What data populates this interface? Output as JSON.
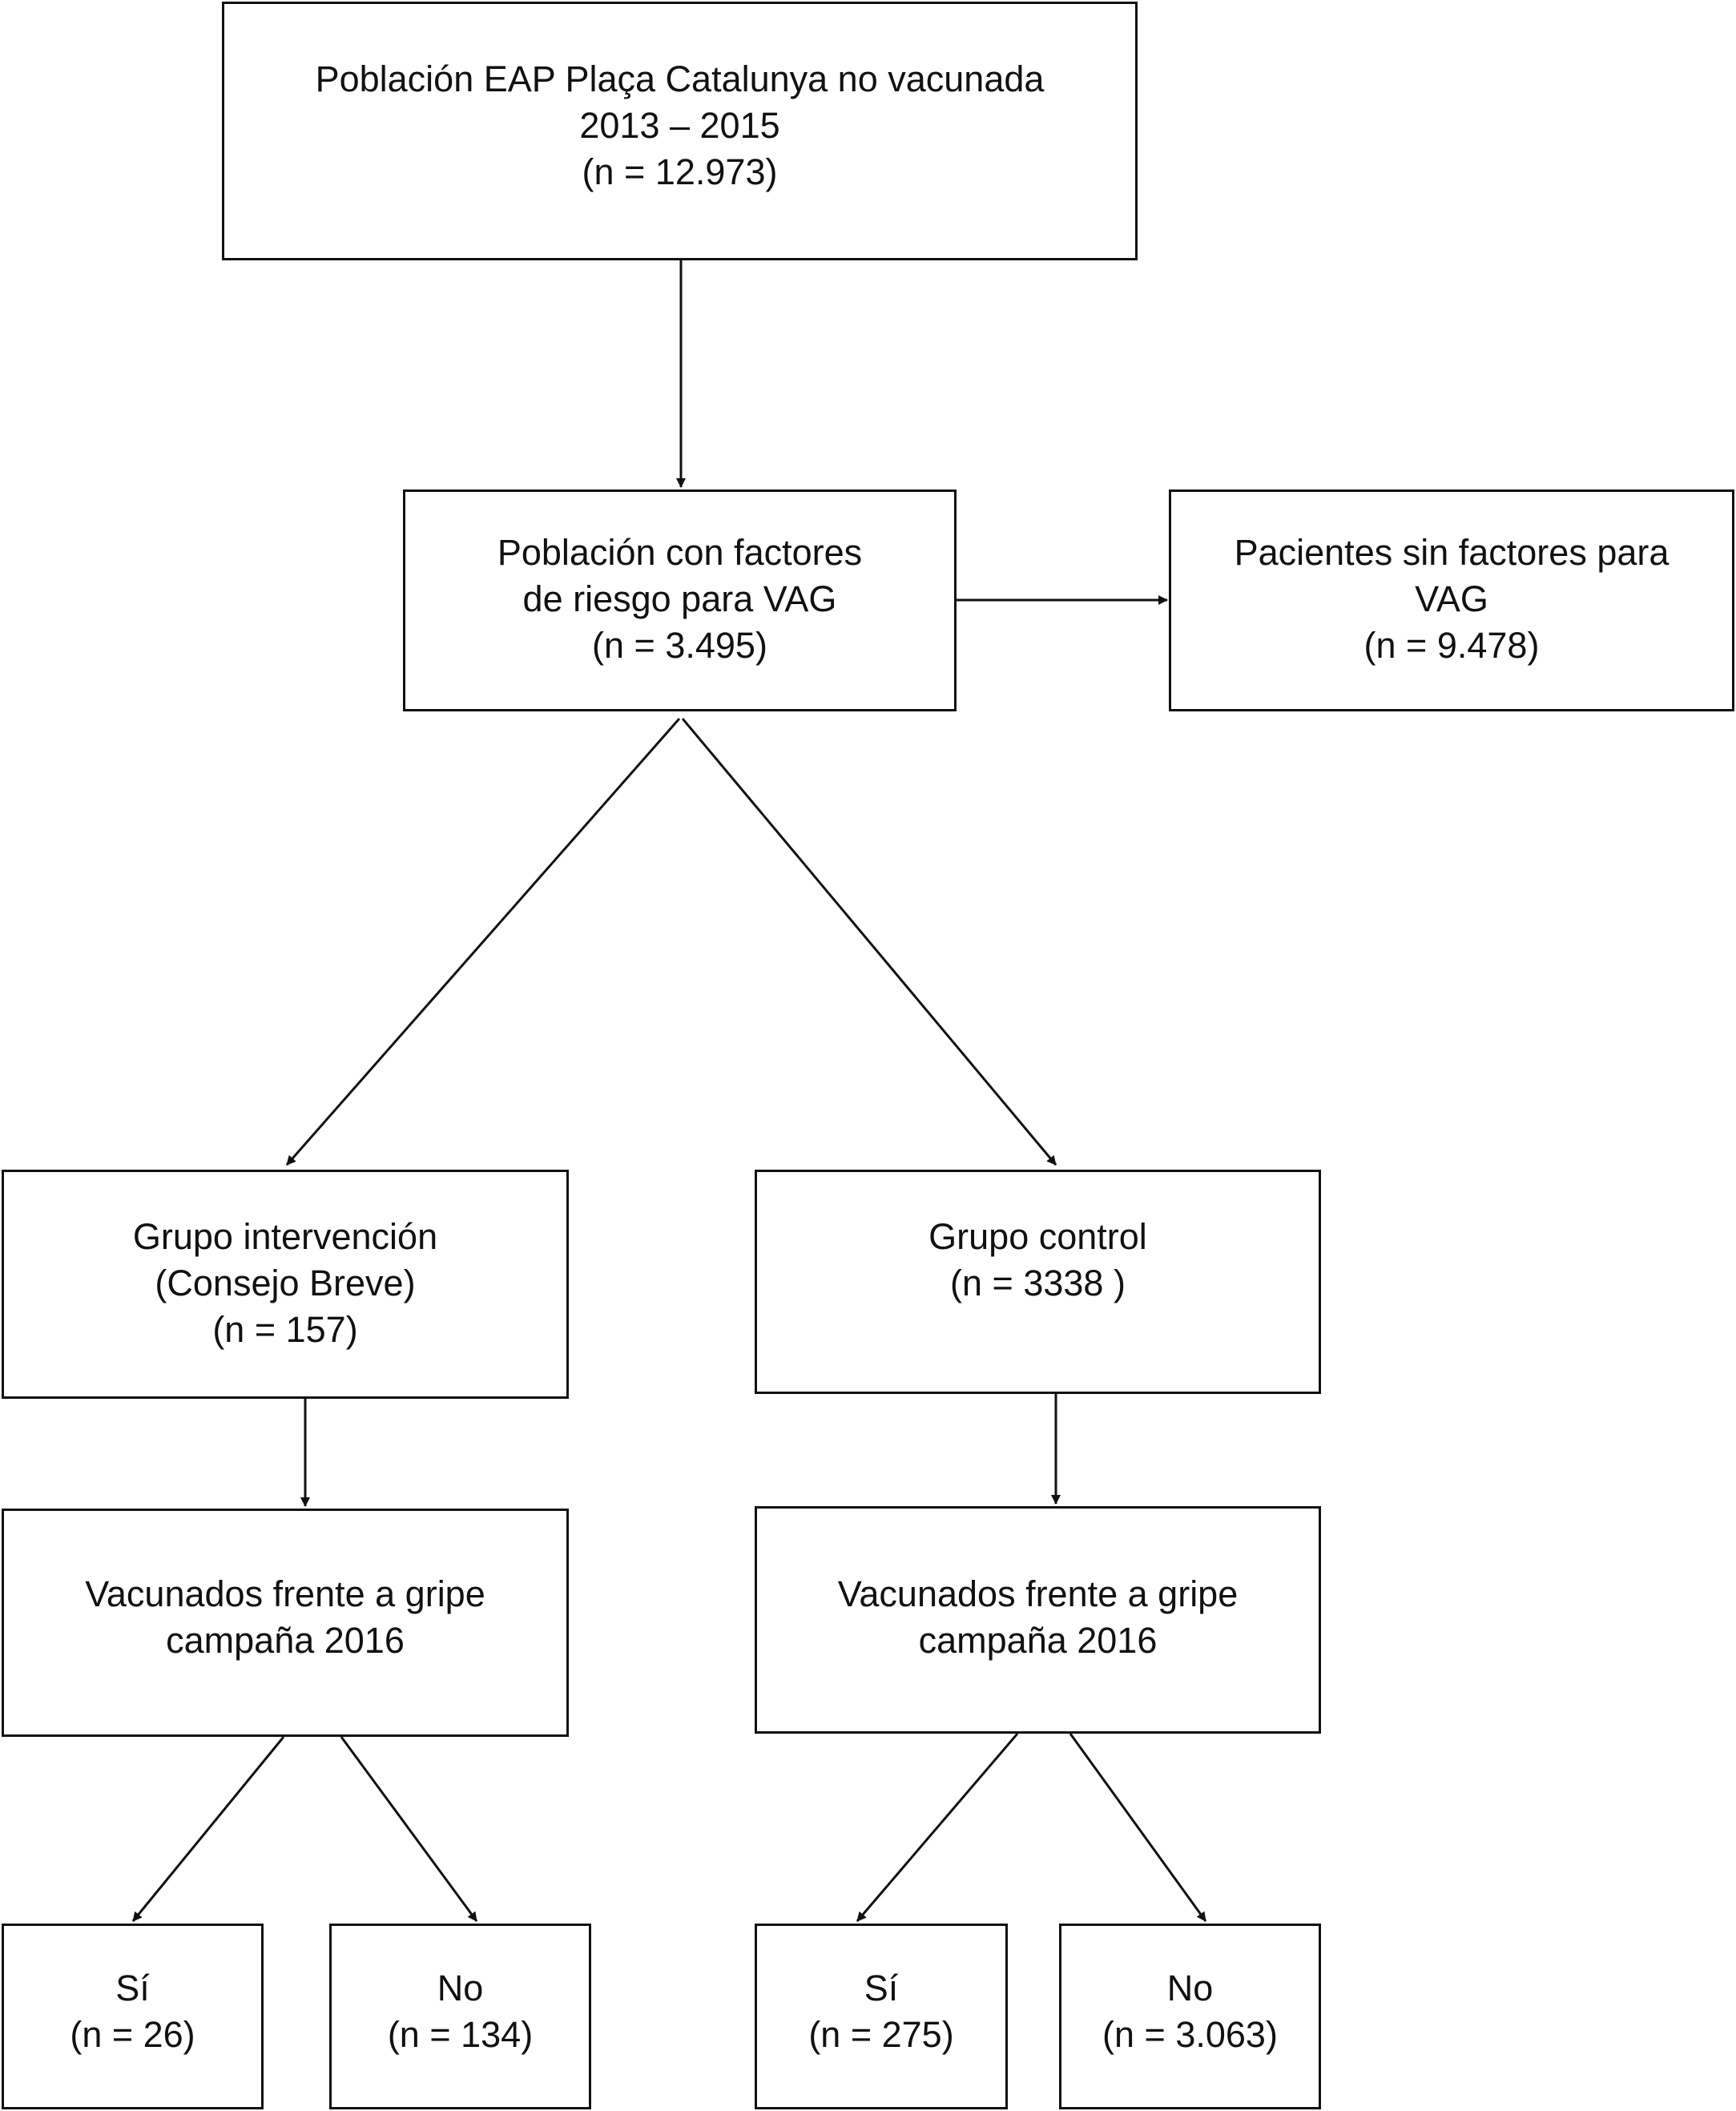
{
  "boxes": {
    "total": {
      "lines": [
        "Población EAP Plaça Catalunya no vacunada",
        "2013 – 2015",
        "(n = 12.973)"
      ]
    },
    "risk": {
      "lines": [
        "Población con factores",
        "de riesgo para VAG",
        "(n = 3.495)"
      ]
    },
    "no_risk": {
      "lines": [
        "Pacientes sin factores para",
        "VAG",
        "(n = 9.478)"
      ]
    },
    "intervention": {
      "lines": [
        "Grupo intervención",
        "(Consejo Breve)",
        "(n = 157)"
      ]
    },
    "control": {
      "lines": [
        "Grupo control",
        "(n = 3338 )"
      ]
    },
    "int_vaccinated": {
      "lines": [
        "Vacunados frente a gripe",
        "campaña 2016"
      ]
    },
    "ctrl_vaccinated": {
      "lines": [
        "Vacunados frente a gripe",
        "campaña 2016"
      ]
    },
    "int_yes": {
      "lines": [
        "Sí",
        "(n = 26)"
      ]
    },
    "int_no": {
      "lines": [
        "No",
        "(n = 134)"
      ]
    },
    "ctrl_yes": {
      "lines": [
        "Sí",
        "(n = 275)"
      ]
    },
    "ctrl_no": {
      "lines": [
        "No",
        "(n = 3.063)"
      ]
    }
  }
}
